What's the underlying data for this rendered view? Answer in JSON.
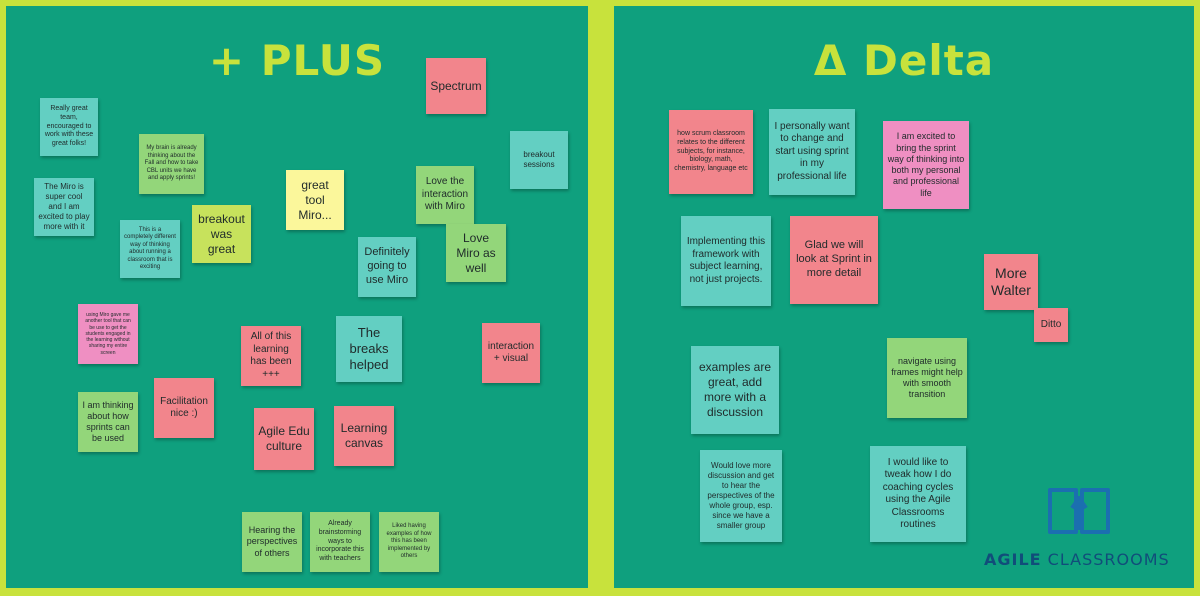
{
  "plus": {
    "title": "+ PLUS",
    "notes": [
      "Really great team, encouraged to work with these great folks!",
      "My brain is already thinking about the Fall and how to take CBL units we have and apply sprints!",
      "great tool Miro...",
      "Spectrum",
      "breakout sessions",
      "The Miro is super cool and I am excited to play more with it",
      "breakout was great",
      "Love the interaction with Miro",
      "This is a completely different way of thinking about running a classroom that is exciting",
      "Definitely going to use Miro",
      "Love Miro as well",
      "using Miro gave me another tool that can be use to get the students engaged in the learning without sharing my entire screen",
      "All of this learning has been +++",
      "The breaks helped",
      "interaction + visual",
      "Facilitation nice :)",
      "I am thinking about how sprints can be used",
      "Agile Edu culture",
      "Learning canvas",
      "Hearing the perspectives of others",
      "Already brainstorming ways to incorporate this with teachers",
      "Liked having examples of how this has been implemented by others"
    ]
  },
  "delta": {
    "title": "Δ Delta",
    "notes": [
      "how scrum classroom relates to the different subjects, for instance, biology, math, chemistry, language etc",
      "I personally want to change and start using sprint in my professional life",
      "I am excited to bring the sprint way of thinking into both my personal and professional life",
      "Implementing this framework with subject learning, not just projects.",
      "Glad we will look at Sprint in more detail",
      "More Walter",
      "Ditto",
      "examples are great, add more with a discussion",
      "navigate using frames might help with smooth transition",
      "Would love more discussion and get to hear the perspectives of the whole group, esp. since we have a smaller group",
      "I would like to tweak how I do coaching cycles using the Agile Classrooms routines"
    ]
  },
  "brand": {
    "logo_icon": "open-book-arrow-icon",
    "text_bold": "AGILE",
    "text_light": " CLASSROOMS",
    "color": "#1b6fb0"
  },
  "colors": {
    "background": "#c8e23c",
    "board": "#0fa07e",
    "title": "#c8e23c"
  }
}
